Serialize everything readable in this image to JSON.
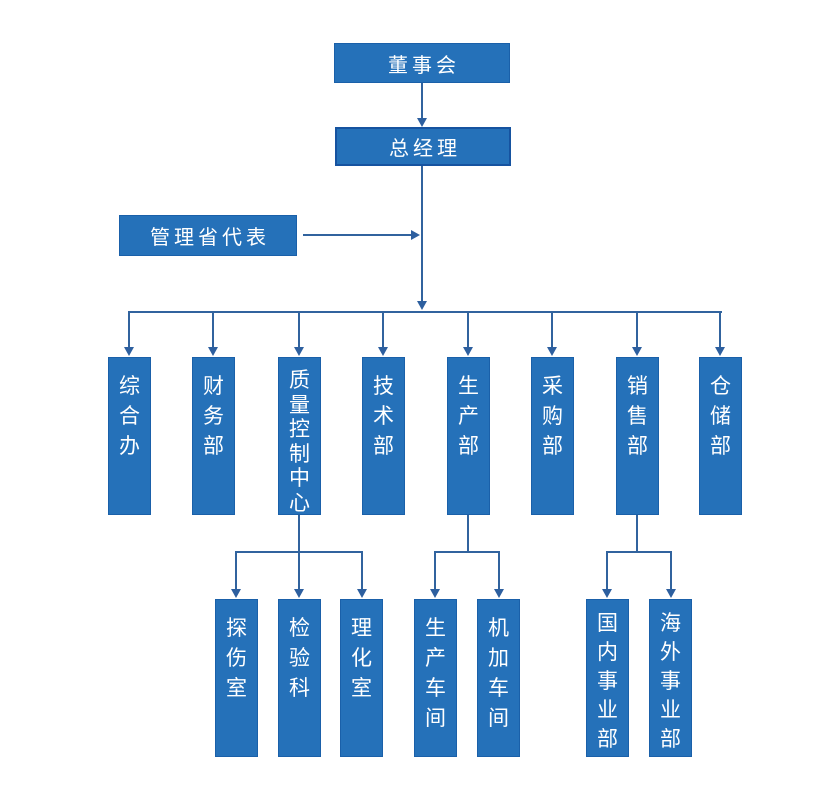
{
  "nodes": {
    "board": "董事会",
    "gm": "总经理",
    "rep": "管理省代表",
    "departments": [
      "综合办",
      "财务部",
      "质量控制中心",
      "技术部",
      "生产部",
      "采购部",
      "销售部",
      "仓储部"
    ],
    "qc_subs": [
      "探伤室",
      "检验科",
      "理化室"
    ],
    "prod_subs": [
      "生产车间",
      "机加车间"
    ],
    "sales_subs": [
      "国内事业部",
      "海外事业部"
    ]
  },
  "hierarchy": {
    "董事会": [
      "总经理"
    ],
    "总经理": [
      "综合办",
      "财务部",
      "质量控制中心",
      "技术部",
      "生产部",
      "采购部",
      "销售部",
      "仓储部"
    ],
    "管理省代表": "reports-to 总经理 line",
    "质量控制中心": [
      "探伤室",
      "检验科",
      "理化室"
    ],
    "生产部": [
      "生产车间",
      "机加车间"
    ],
    "销售部": [
      "国内事业部",
      "海外事业部"
    ]
  },
  "colors": {
    "box_fill": "#2571b9",
    "box_border": "#1a60a9",
    "gm_border": "#1653a0",
    "line": "#31639e",
    "arrow": "#2d5f9f",
    "text": "#ffffff",
    "bg": "#ffffff"
  }
}
